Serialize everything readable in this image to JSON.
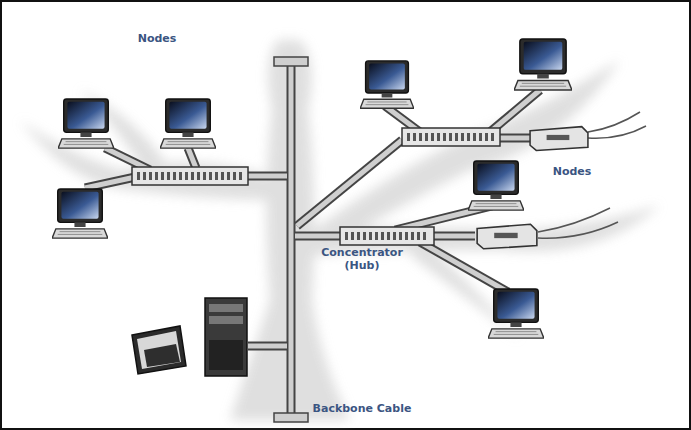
{
  "diagram": {
    "labels": [
      "Nodes",
      "Nodes",
      "Concentrator (Hub)",
      "Backbone Cable"
    ]
  }
}
